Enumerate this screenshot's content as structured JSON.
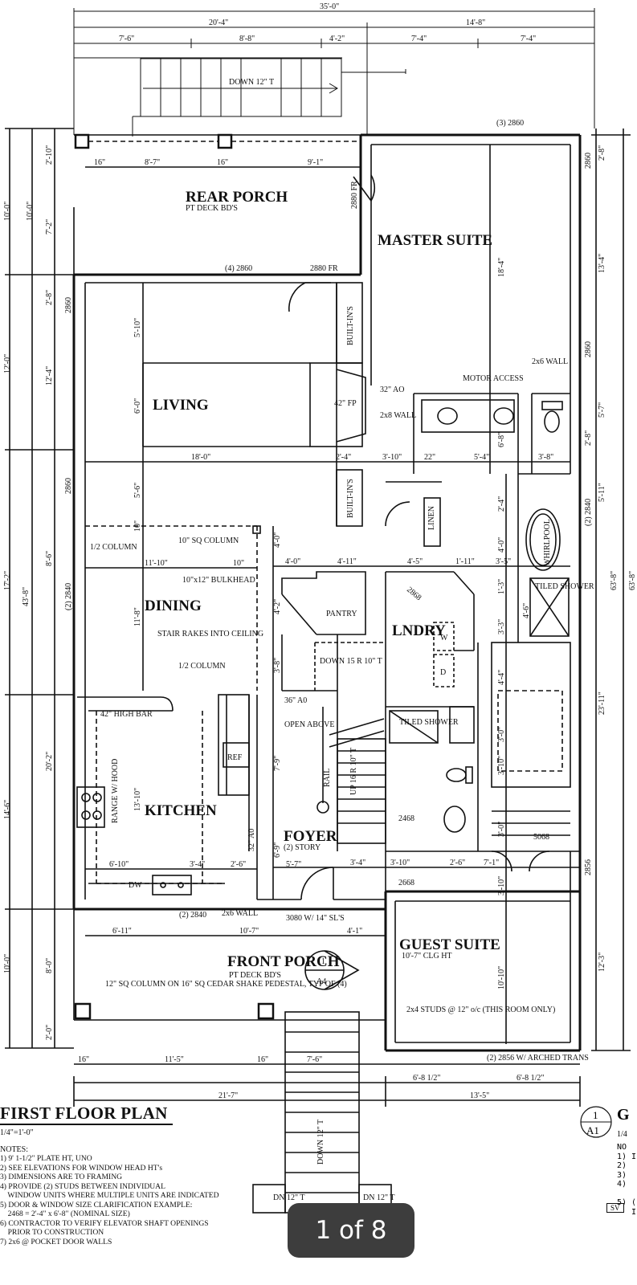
{
  "overall_dims": {
    "top_total": "35'-0\"",
    "top_left": "20'-4\"",
    "top_right": "14'-8\"",
    "seg1": "7'-6\"",
    "seg2": "8'-8\"",
    "seg3": "4'-2\"",
    "seg4": "7'-4\"",
    "seg5": "7'-4\"",
    "left_total": "43'-8\"",
    "right_total": "63'-8\"",
    "right_total2": "63'-8\""
  },
  "rooms": {
    "rear_porch": "REAR PORCH",
    "rear_porch_sub": "PT DECK BD'S",
    "master_suite": "MASTER SUITE",
    "living": "LIVING",
    "dining": "DINING",
    "kitchen": "KITCHEN",
    "foyer": "FOYER",
    "foyer_sub": "(2) STORY",
    "lndry": "LNDRY",
    "pantry": "PANTRY",
    "guest_suite": "GUEST SUITE",
    "guest_suite_sub": "10'-7\" CLG HT",
    "front_porch": "FRONT PORCH",
    "front_porch_sub": "PT DECK BD'S",
    "whirlpool": "WHIRLPOOL",
    "tiled_shower": "TILED SHOWER",
    "tiled_shower2": "TILED SHOWER",
    "linen": "LINEN",
    "builtins": "BUILT-IN'S",
    "builtins2": "BUILT-IN'S",
    "ref": "REF",
    "range": "RANGE W/ HOOD"
  },
  "labels": {
    "down12": "DOWN 12\" T",
    "win_3_2860": "(3) 2860",
    "win_4_2860": "(4) 2860",
    "fr2880": "2880 FR",
    "fr2880v": "2880 FR",
    "fp42": "42\" FP",
    "motor": "MOTOR ACCESS",
    "wall2x6": "2x6 WALL",
    "wall2x8": "2x8 WALL",
    "ao32": "32\" AO",
    "col_half": "1/2 COLUMN",
    "col_sq10": "10\" SQ COLUMN",
    "bulkhead": "10\"x12\" BULKHEAD",
    "stair_rakes": "STAIR RAKES INTO CEILING",
    "col_half2": "1/2 COLUMN",
    "down15": "DOWN 15 R 10\" T",
    "ao36": "36\" A0",
    "open_above": "OPEN ABOVE",
    "high_bar": "42\" HIGH BAR",
    "dw": "DW",
    "rail": "RAIL",
    "up16": "UP 16 R 10\" T",
    "win_2840": "(2) 2840",
    "wall2x6b": "2x6 WALL",
    "door3080": "3080 W/ 14\" SL'S",
    "col12": "12\" SQ COLUMN ON 16\" SQ CEDAR SHAKE PEDESTAL, TYP OF (4)",
    "studs": "2x4 STUDS @ 12\" o/c (THIS ROOM ONLY)",
    "win2856": "(2) 2856 W/ ARCHED TRANS",
    "d2668": "2668",
    "d2868": "2868",
    "d5068": "5068",
    "d2468": "2468",
    "w2840r": "(2) 2840",
    "w2856r": "2856",
    "w2860r": "2860",
    "section": "1",
    "section_sheet": "A4",
    "dn12a": "DN 12\" T",
    "dn12b": "DN 12\" T",
    "down12b": "DOWN 12\" T",
    "w": "W",
    "d": "D",
    "ao32k": "32\" A0"
  },
  "dims": {
    "d16a": "16\"",
    "d87": "8'-7\"",
    "d16b": "16\"",
    "d91": "9'-1\"",
    "d180": "18'-0\"",
    "d24": "2'-4\"",
    "d310": "3'-10\"",
    "d22": "22\"",
    "d54": "5'-4\"",
    "d38": "3'-8\"",
    "d1110": "11'-10\"",
    "d10": "10\"",
    "d40": "4'-0\"",
    "d411": "4'-11\"",
    "d45": "4'-5\"",
    "d111": "1'-11\"",
    "d35": "3'-5\"",
    "d610": "6'-10\"",
    "d34": "3'-4\"",
    "d26": "2'-6\"",
    "d57": "5'-7\"",
    "d34b": "3'-4\"",
    "d310b": "3'-10\"",
    "d26b": "2'-6\"",
    "d71": "7'-1\"",
    "d611": "6'-11\"",
    "d107": "10'-7\"",
    "d41": "4'-1\"",
    "d16c": "16\"",
    "d115": "11'-5\"",
    "d16d": "16\"",
    "d76": "7'-6\"",
    "d6812a": "6'-8 1/2\"",
    "d6812b": "6'-8 1/2\"",
    "d217": "21'-7\"",
    "d135": "13'-5\"",
    "v210": "2'-10\"",
    "v72": "7'-2\"",
    "v28": "2'-8\"",
    "v124": "12'-4\"",
    "v86": "8'-6\"",
    "v202": "20'-2\"",
    "v80": "8'-0\"",
    "v20": "2'-0\"",
    "v100a": "10'-0\"",
    "v100b": "10'-0\"",
    "v120": "12'-0\"",
    "v172": "17'-2\"",
    "v146": "14'-6\"",
    "v510": "5'-10\"",
    "v60": "6'-0\"",
    "v56": "5'-6\"",
    "v10": "10\"",
    "v118": "11'-8\"",
    "v1310": "13'-10\"",
    "v69": "6'-9\"",
    "v79": "7'-9\"",
    "v40": "4'-0\"",
    "v42": "4'-2\"",
    "v38": "3'-8\"",
    "v184": "18'-4\"",
    "v68": "6'-8\"",
    "v24": "2'-4\"",
    "v40b": "4'-0\"",
    "v13": "1'-3\"",
    "v46": "4'-6\"",
    "v33": "3'-3\"",
    "v44": "4'-4\"",
    "v30": "3'-0\"",
    "v310": "3'-10\"",
    "v310c": "3'-10\"",
    "v1010": "10'-10\"",
    "v28r": "2'-8\"",
    "v134": "13'-4\"",
    "v57": "5'-7\"",
    "v511": "5'-11\"",
    "v2311": "23'-11\"",
    "v123": "12'-3\"",
    "v28b": "2'-8\"",
    "v2860": "2860",
    "v2860b": "2860",
    "v2840l": "(2) 2840",
    "v30k": "3'-0\""
  },
  "title_block": {
    "title": "FIRST FLOOR PLAN",
    "scale": "1/4\"=1'-0\"",
    "notes_heading": "NOTES:",
    "notes": [
      "1) 9' 1-1/2\" PLATE HT, UNO",
      "2) SEE ELEVATIONS FOR WINDOW HEAD HT's",
      "3) DIMENSIONS ARE TO FRAMING",
      "4) PROVIDE (2) STUDS BETWEEN INDIVIDUAL",
      "    WINDOW UNITS WHERE MULTIPLE UNITS ARE INDICATED",
      "5) DOOR & WINDOW SIZE CLARIFICATION EXAMPLE:",
      "    2468 = 2'-4\" x 6'-8\" (NOMINAL SIZE)",
      "6) CONTRACTOR TO VERIFY ELEVATOR SHAFT OPENINGS",
      "    PRIOR TO CONSTRUCTION",
      "7) 2x6 @ POCKET DOOR WALLS"
    ]
  },
  "right_title": {
    "circle_num": "1",
    "circle_sheet": "A1",
    "letter": "G",
    "scale": "1/4",
    "notes": "NO\n1) I\n2)\n3)\n4)\n\n5) (\n   I",
    "sv": "SV"
  },
  "pager": {
    "text": "1 of 8"
  }
}
